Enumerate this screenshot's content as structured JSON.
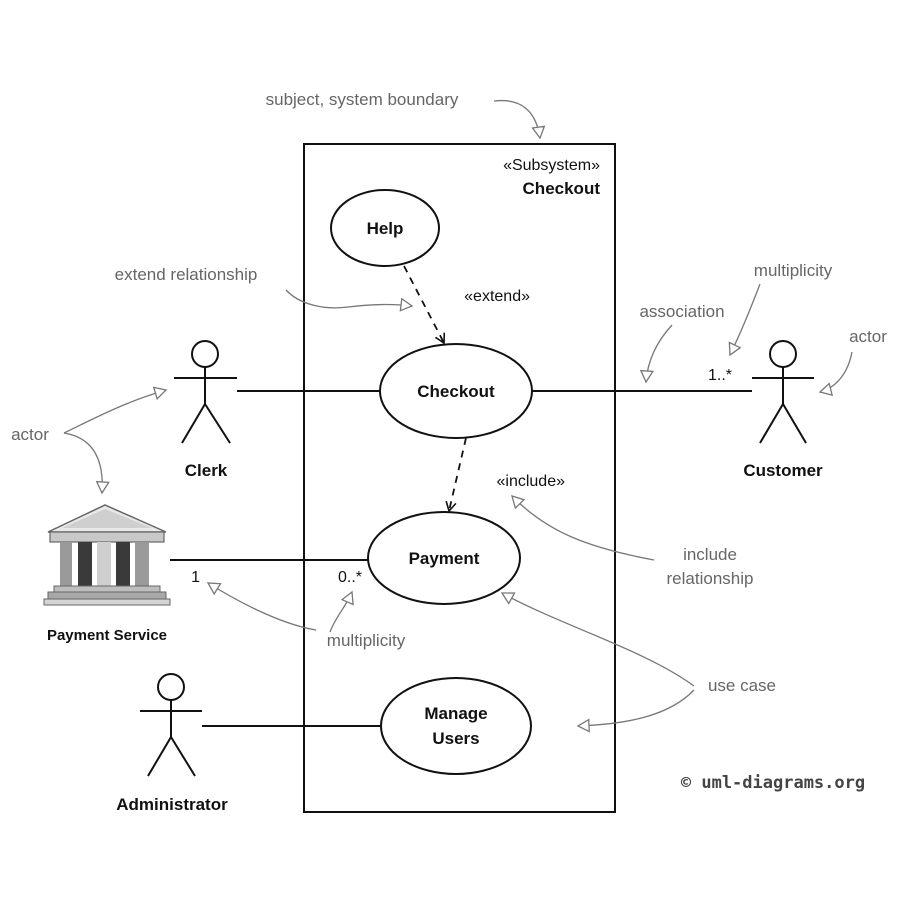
{
  "diagram": {
    "subsystem": {
      "stereotype": "«Subsystem»",
      "name": "Checkout"
    },
    "use_cases": {
      "help": "Help",
      "checkout": "Checkout",
      "payment": "Payment",
      "manage_users_line1": "Manage",
      "manage_users_line2": "Users"
    },
    "actors": {
      "clerk": "Clerk",
      "customer": "Customer",
      "payment_service": "Payment Service",
      "administrator": "Administrator"
    },
    "relationships": {
      "extend": "«extend»",
      "include": "«include»"
    },
    "multiplicities": {
      "customer_end": "1..*",
      "payment_end": "0..*",
      "service_end": "1"
    },
    "annotations": {
      "subject_boundary": "subject, system boundary",
      "extend_relationship": "extend relationship",
      "multiplicity_top": "multiplicity",
      "association": "association",
      "actor_right": "actor",
      "actor_left": "actor",
      "include_line1": "include",
      "include_line2": "relationship",
      "multiplicity_bottom": "multiplicity",
      "use_case": "use case"
    },
    "watermark": "© uml-diagrams.org"
  }
}
